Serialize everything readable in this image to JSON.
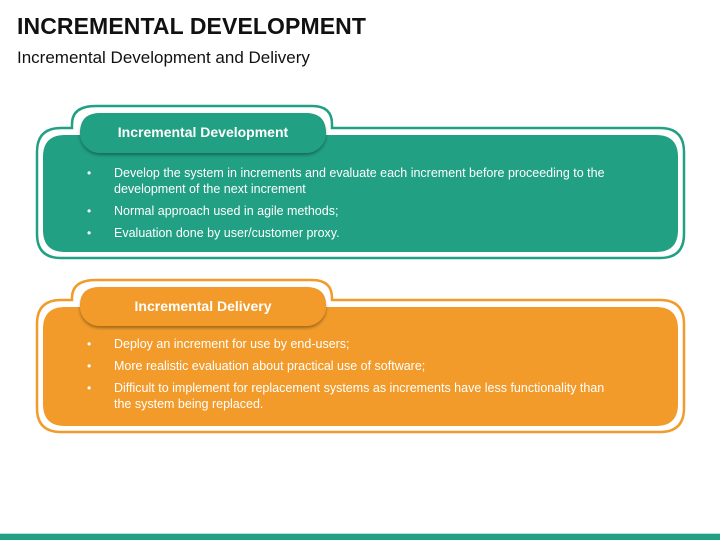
{
  "header": {
    "title": "INCREMENTAL DEVELOPMENT",
    "subtitle": "Incremental Development and Delivery"
  },
  "colors": {
    "teal": "#21a083",
    "orange": "#f29b2a",
    "text_dark": "#111111",
    "text_light": "#ffffff"
  },
  "panels": [
    {
      "label": "Incremental Development",
      "bullets": [
        "Develop the system in increments and evaluate each increment before proceeding to the development of the next increment",
        "Normal approach used in agile methods;",
        "Evaluation done by user/customer proxy."
      ]
    },
    {
      "label": "Incremental Delivery",
      "bullets": [
        "Deploy an increment for use by end-users;",
        "More realistic evaluation about practical use of software;",
        "Difficult to implement for replacement systems as increments have less functionality than the system being replaced."
      ]
    }
  ],
  "bullet_glyph": "•"
}
